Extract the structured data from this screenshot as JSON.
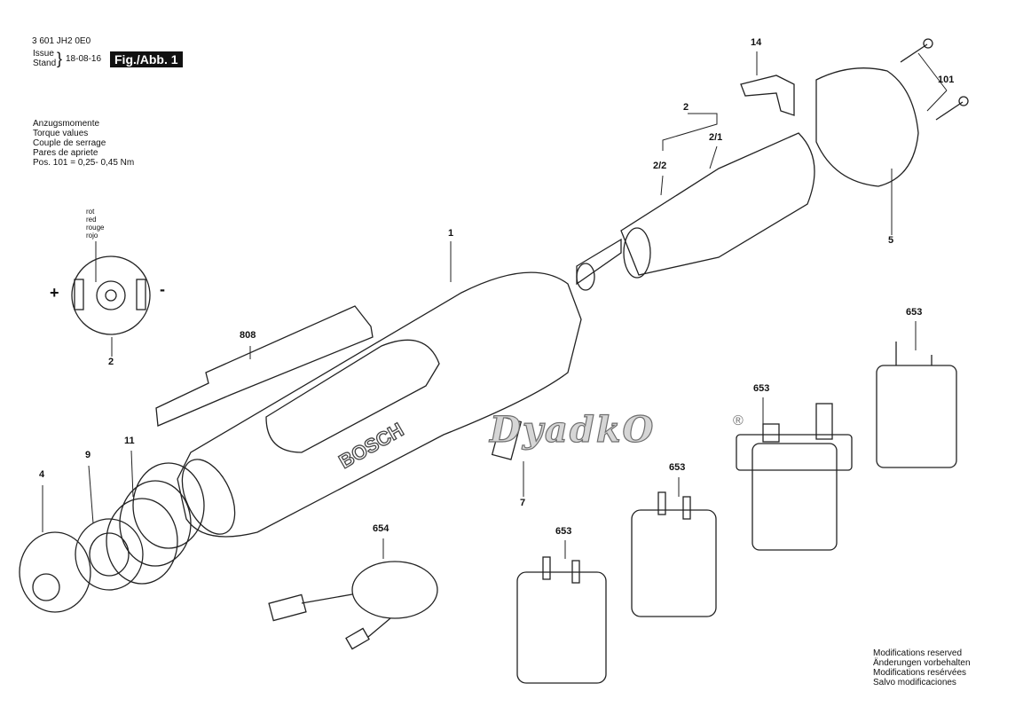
{
  "header": {
    "part_number": "3 601 JH2 0E0",
    "issue_label": "Issue",
    "stand_label": "Stand",
    "date": "18-08-16",
    "figure": "Fig./Abb. 1"
  },
  "torque": {
    "lines": [
      "Anzugsmomente",
      "Torque values",
      "Couple de serrage",
      "Pares de apriete",
      "Pos. 101 = 0,25- 0,45 Nm"
    ]
  },
  "wire_colors": [
    "rot",
    "red",
    "rouge",
    "rojo"
  ],
  "polarity": {
    "plus": "+",
    "minus": "-"
  },
  "parts": {
    "p14": "14",
    "p101": "101",
    "p2": "2",
    "p2_1": "2/1",
    "p2_2": "2/2",
    "p5": "5",
    "p1": "1",
    "p653a": "653",
    "p653b": "653",
    "p653c": "653",
    "p653d": "653",
    "p808": "808",
    "p7": "7",
    "p11": "11",
    "p9": "9",
    "p4": "4",
    "p654": "654",
    "p2b": "2"
  },
  "watermark": {
    "text": "DyadkO",
    "mark": "®"
  },
  "footer": {
    "lines": [
      "Modifications reserved",
      "Änderungen vorbehalten",
      "Modifications resérvées",
      "Salvo modificaciones"
    ]
  }
}
